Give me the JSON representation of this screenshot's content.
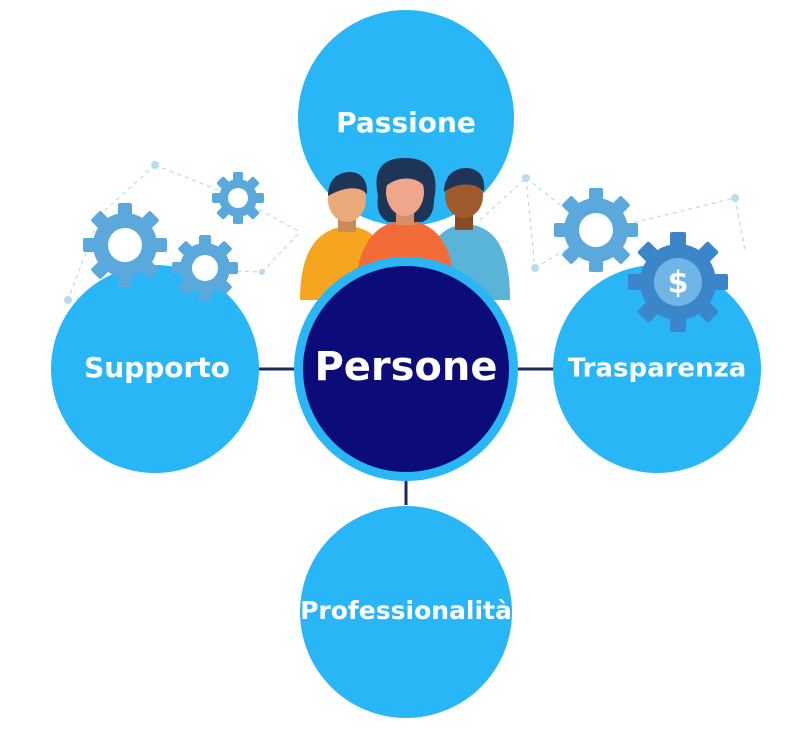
{
  "colors": {
    "circle": "#29b6f6",
    "center": "#0b0c7a",
    "center_ring": "#29b6f6",
    "connector": "#1a2a5a",
    "gear": "#5aa8dc",
    "gear_dark": "#3a86c8",
    "network": "#b7dcf2"
  },
  "diagram": {
    "center": {
      "label": "Persone"
    },
    "nodes": [
      {
        "id": "top",
        "label": "Passione"
      },
      {
        "id": "left",
        "label": "Supporto"
      },
      {
        "id": "right",
        "label": "Trasparenza"
      },
      {
        "id": "bottom",
        "label": "Professionalità"
      }
    ],
    "icons": [
      {
        "name": "gear-icon"
      },
      {
        "name": "dollar-gear-icon"
      },
      {
        "name": "people-group-icon"
      }
    ]
  }
}
